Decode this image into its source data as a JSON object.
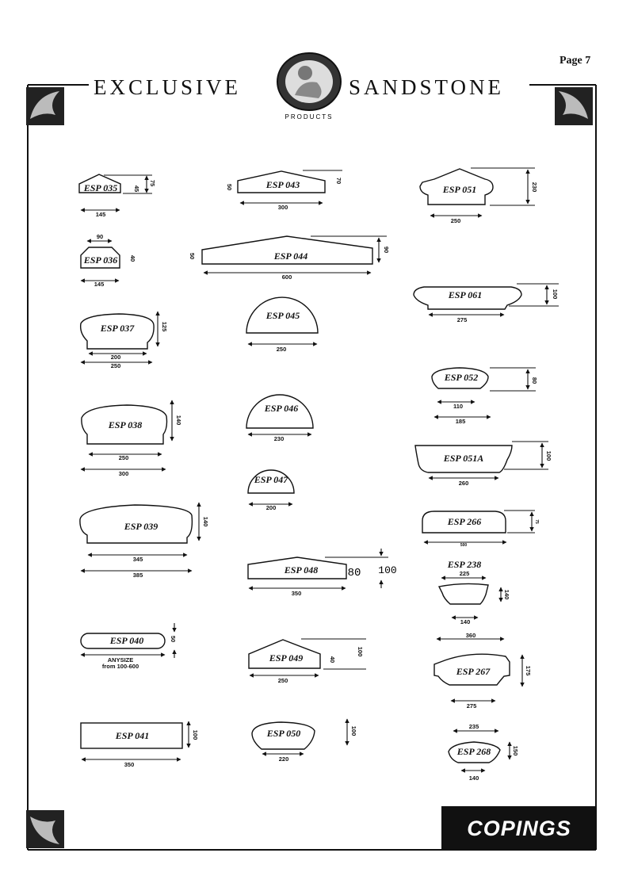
{
  "header": {
    "page_label": "Page 7",
    "brand_left": "EXCLUSIVE",
    "brand_right": "SANDSTONE",
    "brand_sub": "PRODUCTS"
  },
  "footer": {
    "section": "COPINGS"
  },
  "products": [
    {
      "code": "ESP 035",
      "dims": [
        "45",
        "75",
        "145"
      ]
    },
    {
      "code": "ESP 043",
      "dims": [
        "50",
        "70",
        "300"
      ]
    },
    {
      "code": "ESP 051",
      "dims": [
        "230",
        "250"
      ]
    },
    {
      "code": "ESP 036",
      "dims": [
        "90",
        "40",
        "145"
      ]
    },
    {
      "code": "ESP 044",
      "dims": [
        "50",
        "90",
        "600"
      ]
    },
    {
      "code": "ESP 061",
      "dims": [
        "100",
        "275"
      ]
    },
    {
      "code": "ESP 037",
      "dims": [
        "125",
        "200",
        "250"
      ]
    },
    {
      "code": "ESP 045",
      "dims": [
        "250"
      ]
    },
    {
      "code": "ESP 052",
      "dims": [
        "80",
        "110",
        "185"
      ]
    },
    {
      "code": "ESP 038",
      "dims": [
        "140",
        "250",
        "300"
      ]
    },
    {
      "code": "ESP 046",
      "dims": [
        "230"
      ]
    },
    {
      "code": "ESP 051A",
      "dims": [
        "100",
        "260"
      ]
    },
    {
      "code": "ESP 039",
      "dims": [
        "140",
        "345",
        "385"
      ]
    },
    {
      "code": "ESP 047",
      "dims": [
        "200"
      ]
    },
    {
      "code": "ESP 266",
      "dims": [
        "75",
        "500"
      ]
    },
    {
      "code": "ESP 048",
      "dims": [
        "80",
        "100",
        "350"
      ]
    },
    {
      "code": "ESP 238",
      "dims": [
        "225",
        "140",
        "140"
      ]
    },
    {
      "code": "ESP 040",
      "dims": [
        "50",
        "ANYSIZE",
        "from 100-600"
      ]
    },
    {
      "code": "ESP 049",
      "dims": [
        "40",
        "100",
        "250"
      ]
    },
    {
      "code": "ESP 267",
      "dims": [
        "360",
        "175",
        "275"
      ]
    },
    {
      "code": "ESP 041",
      "dims": [
        "100",
        "350"
      ]
    },
    {
      "code": "ESP 050",
      "dims": [
        "100",
        "220"
      ]
    },
    {
      "code": "ESP 268",
      "dims": [
        "235",
        "150",
        "140"
      ]
    }
  ]
}
